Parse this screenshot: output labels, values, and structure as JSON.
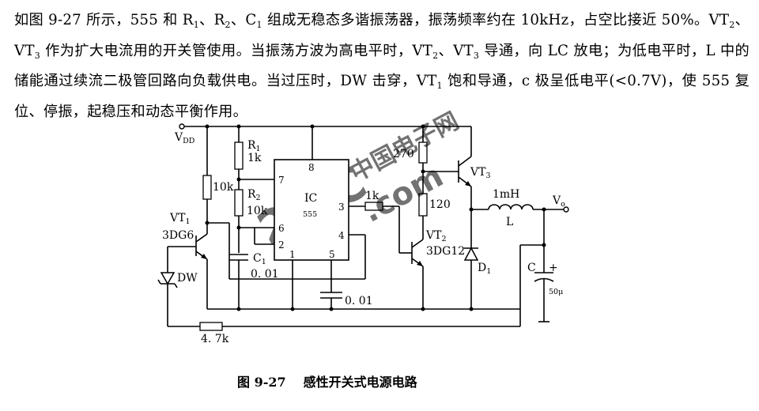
{
  "description": {
    "p1": "如图 9-27 所示，555 和 R",
    "s1": "1",
    "p2": "、R",
    "s2": "2",
    "p3": "、C",
    "s3": "1",
    "p4": " 组成无稳态多谐振荡器，振荡频率约在 10kHz，占空比接近 50%。VT",
    "s4": "2",
    "p5": "、VT",
    "s5": "3",
    "p6": " 作为扩大电流用的开关管使用。当振荡方波为高电平时，VT",
    "s6": "2",
    "p7": "、VT",
    "s7": "3",
    "p8": " 导通，向 LC 放电；为低电平时，L 中的储能通过续流二极管回路向负载供电。当过压时，DW 击穿，VT",
    "s8": "1",
    "p9": " 饱和导通，c 极呈低电平(<0.7V)，使 555 复位、停振，起稳压和动态平衡作用。"
  },
  "labels": {
    "vdd_main": "V",
    "vdd_sub": "DD",
    "r1_main": "R",
    "r1_sub": "1",
    "r1_val": "1k",
    "r2_main": "R",
    "r2_sub": "2",
    "r2_val": "10k",
    "r_vt1_val": "10k",
    "vt1_main": "VT",
    "vt1_sub": "1",
    "vt1_type": "3DG6",
    "dw": "DW",
    "c1_main": "C",
    "c1_sub": "1",
    "c1_val": "0. 01",
    "ic_title": "IC",
    "ic_model": "555",
    "pin8": "8",
    "pin7": "7",
    "pin6": "6",
    "pin2": "2",
    "pin1": "1",
    "pin5": "5",
    "pin3": "3",
    "pin4": "4",
    "c5_val": "0. 01",
    "r_base_val": "1k",
    "r270_val": "270",
    "r120_val": "120",
    "vt2_main": "VT",
    "vt2_sub": "2",
    "vt2_type": "3DG12",
    "vt3_main": "VT",
    "vt3_sub": "3",
    "l_val": "1mH",
    "l_name": "L",
    "vo_main": "V",
    "vo_sub": "o",
    "d1_main": "D",
    "d1_sub": "1",
    "c_name": "C",
    "c_plus": "+",
    "c_val": "50μ",
    "r_fb_val": "4. 7k"
  },
  "caption": {
    "number": "图 9-27",
    "title": "感性开关式电源电路"
  },
  "watermark": {
    "text1": "21IC",
    "text2": "中国电子网",
    "text3": ".com",
    "color": "#9aa6d6"
  }
}
